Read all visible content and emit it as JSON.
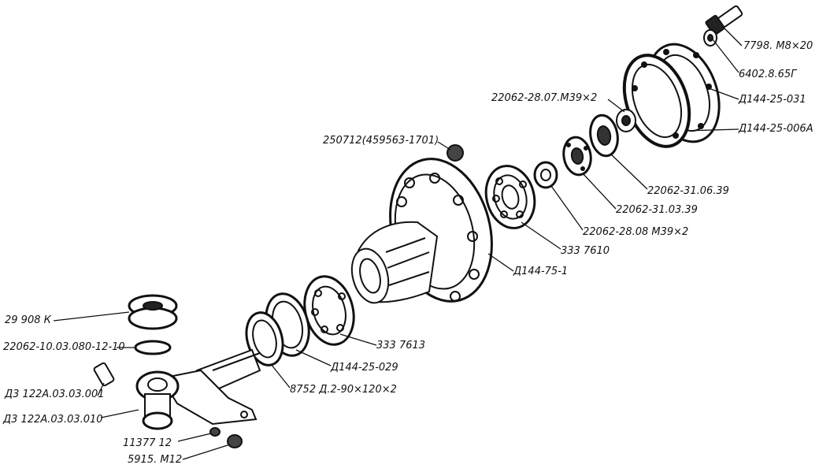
{
  "labels": {
    "screw": "7798. M8×20",
    "washer": "6402.8.65Г",
    "cover": "Д144-25-031",
    "gasket": "Д144-25-006А",
    "nut_outer": "22062-28.07.M39×2",
    "lockwasher_a": "22062-31.06.39",
    "lockwasher_b": "22062-31.03.39",
    "nut_inner": "22062-28.08 M39×2",
    "wheel_nut": "250712(459563-1701)",
    "bearing_outer": "333 7610",
    "hub": "Д144-75-1",
    "seal": "29 908 К",
    "oring": "22062-10.03.080-12-10",
    "bearing_inner": "333 7613",
    "spacer": "Д144-25-029",
    "seal_ring": "8752 Д.2-90×120×2",
    "pin": "Д3 122А.03.03.001",
    "knuckle": "Д3 122А.03.03.010",
    "washer_small": "11377 12",
    "nut_small": "5915. M12"
  }
}
